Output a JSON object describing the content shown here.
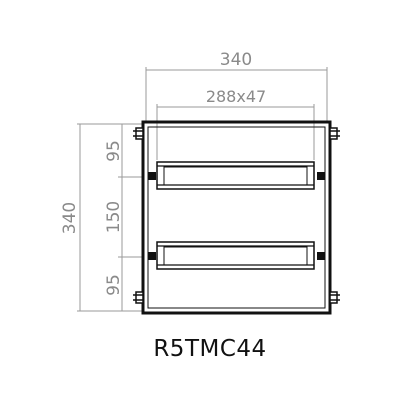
{
  "drawing": {
    "dimensions": {
      "overall_width": "340",
      "rail_size": "288x47",
      "overall_height": "340",
      "top_offset": "95",
      "rail_spacing": "150",
      "bottom_offset": "95"
    },
    "model_code": "R5TMC44"
  }
}
